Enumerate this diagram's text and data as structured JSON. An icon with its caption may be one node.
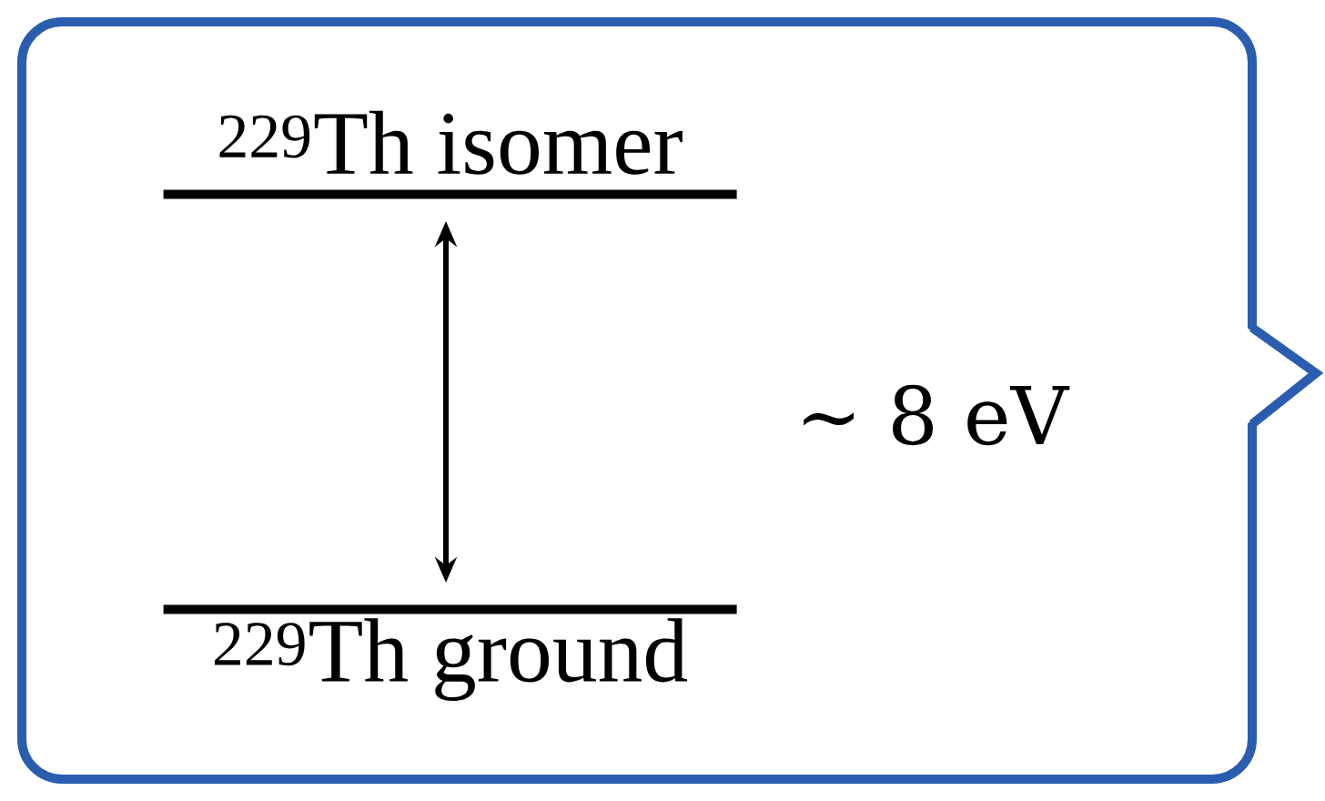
{
  "diagram": {
    "nodes": [
      {
        "text": [],
        "shape": "callout"
      },
      {
        "text": [
          "$^{229}$Th isomer"
        ],
        "in": 0
      },
      {
        "text": [
          "$^{229}$Th ground"
        ],
        "in": 0
      }
    ],
    "edges": [
      {
        "from": 1,
        "to": 2,
        "arrow": "both"
      }
    ],
    "labels": [
      "∼ 8 eV"
    ]
  }
}
